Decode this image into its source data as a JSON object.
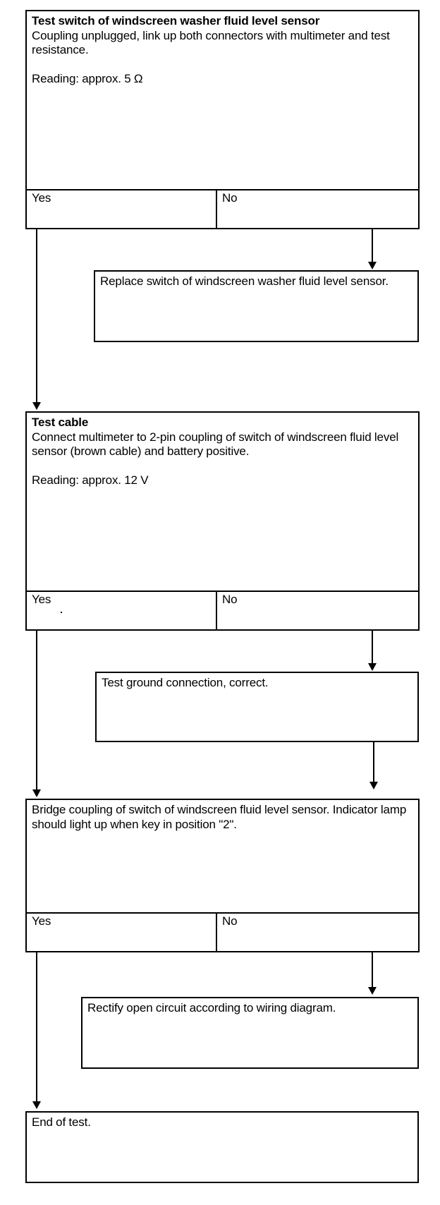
{
  "document": {
    "title": "Test switch of windscreen washer fluid level sensor - diagnostic flowchart",
    "type": "decision-flowchart",
    "ink_color": "#000000",
    "paper_color": "#ffffff"
  },
  "answers": {
    "yes": "Yes",
    "no": "No"
  },
  "nodes": {
    "test_switch": {
      "heading": "Test switch of windscreen washer fluid level sensor",
      "body": "Coupling unplugged, link up both connectors with multimeter and test resistance.",
      "reading": "Reading: approx. 5 Ω"
    },
    "replace_switch": {
      "body": "Replace switch of windscreen washer fluid level sensor."
    },
    "test_cable": {
      "heading": "Test cable",
      "body": "Connect multimeter to 2-pin coupling of switch of windscreen fluid level sensor (brown cable) and battery positive.",
      "reading": "Reading: approx. 12 V"
    },
    "test_ground": {
      "body": "Test ground connection, correct."
    },
    "bridge_coupling": {
      "body": "Bridge coupling of switch of windscreen fluid level sensor. Indicator lamp should light up when key in position \"2\"."
    },
    "rectify_open_circuit": {
      "body": "Rectify open circuit according to wiring diagram."
    },
    "end_of_test": {
      "body": "End of test."
    }
  }
}
